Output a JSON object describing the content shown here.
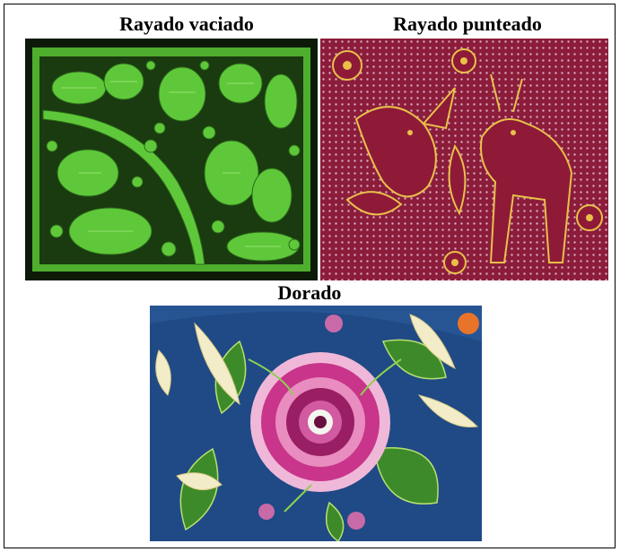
{
  "figure": {
    "panels": [
      {
        "caption": "Rayado vaciado",
        "image": "green-lacquer-carved-animals-plant-panel"
      },
      {
        "caption": "Rayado punteado",
        "image": "red-dotted-lacquer-birds-deer-panel"
      },
      {
        "caption": "Dorado",
        "image": "blue-lacquer-painted-pink-flower-panel"
      }
    ]
  },
  "colors": {
    "green_base": "#0c1a07",
    "green_relief": "#5fc83a",
    "red_base": "#8b1c3a",
    "red_line": "#e8c04a",
    "blue_base": "#1f4a86",
    "pink_flower": "#c8358a"
  }
}
